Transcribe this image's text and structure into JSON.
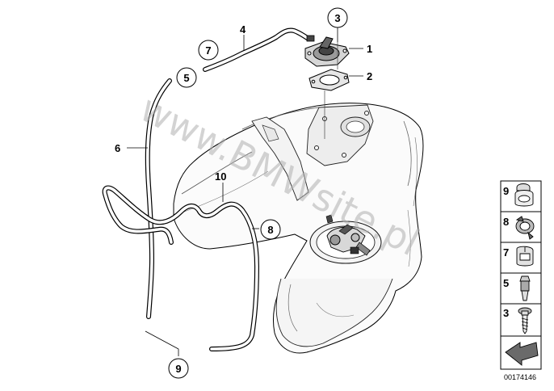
{
  "callouts": {
    "c1": "1",
    "c2": "2",
    "c3": "3",
    "c4": "4",
    "c5": "5",
    "c6": "6",
    "c7": "7",
    "c8": "8",
    "c9": "9",
    "c10": "10"
  },
  "legend": {
    "items": [
      {
        "number": "9",
        "part_icon": "double-hose-clip-icon"
      },
      {
        "number": "8",
        "part_icon": "spring-clamp-icon"
      },
      {
        "number": "7",
        "part_icon": "cable-clip-icon"
      },
      {
        "number": "5",
        "part_icon": "nipple-connector-icon"
      },
      {
        "number": "3",
        "part_icon": "screw-icon"
      }
    ]
  },
  "diagram_id": "00174146",
  "watermark": "www.BMWsite.pl"
}
